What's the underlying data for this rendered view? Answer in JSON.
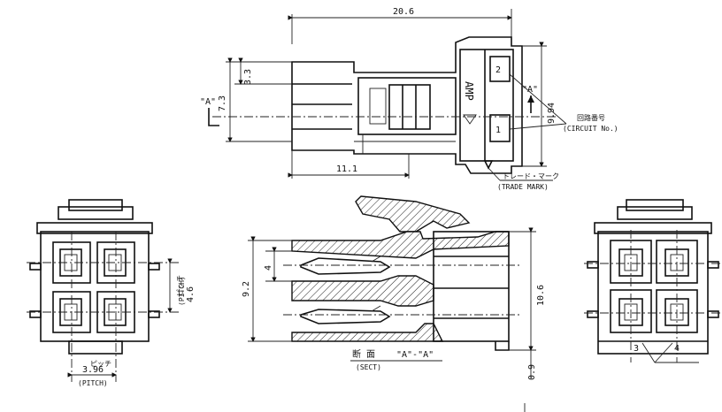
{
  "top_view": {
    "overall_length": "20.6",
    "height_3_3": "3.3",
    "height_7_3": "7.3",
    "width_9_94": "9.94",
    "length_11_1": "11.1",
    "section_mark_left": "\"A\"",
    "section_mark_right": "\"A\"",
    "circuit_no_1": "1",
    "circuit_no_2": "2",
    "circuit_label_jp": "回路番号",
    "circuit_label_en": "(CIRCUIT No.)",
    "trade_mark_jp": "トレード・マーク",
    "trade_mark_en": "(TRADE MARK)",
    "logo_text": "AMP"
  },
  "front_view": {
    "pitch_vertical": "4.6",
    "pitch_vertical_jp": "ピッチ",
    "pitch_vertical_en": "(PITCH)",
    "pitch_horizontal": "3.96",
    "pitch_horizontal_jp": "ピッチ",
    "pitch_horizontal_en": "(PITCH)"
  },
  "section_view": {
    "height_9_2": "9.2",
    "cavity_4": "4",
    "height_10_6": "10.6",
    "offset_0_9": "0.9",
    "section_jp": "断 面",
    "section_title": "\"A\"-\"A\"",
    "section_en": "(SECT)"
  },
  "rear_view": {
    "circuit_no_3": "3",
    "circuit_no_4": "4"
  }
}
